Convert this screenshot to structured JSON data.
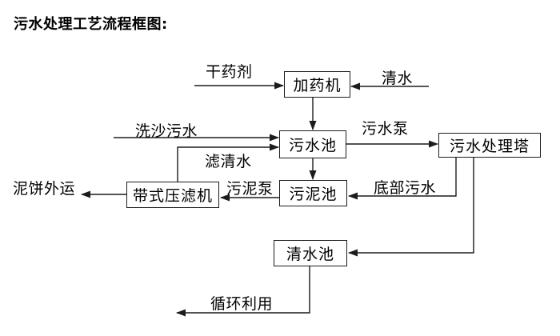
{
  "title": "污水处理工艺流程框图:",
  "nodes": {
    "dosing_machine": "加药机",
    "sewage_pool": "污水池",
    "treatment_tower": "污水处理塔",
    "sludge_pool": "污泥池",
    "belt_filter_press": "带式压滤机",
    "clean_water_pool": "清水池"
  },
  "edge_labels": {
    "dry_agent": "干药剂",
    "clean_water": "清水",
    "sand_wash_sewage": "洗沙污水",
    "sewage_pump": "污水泵",
    "filtered_water": "滤清水",
    "sludge_pump": "污泥泵",
    "bottom_sewage": "底部污水",
    "mud_cake_out": "泥饼外运",
    "recycle": "循环利用"
  },
  "colors": {
    "line": "#1c1c1c",
    "text": "#000000",
    "background": "#ffffff"
  }
}
